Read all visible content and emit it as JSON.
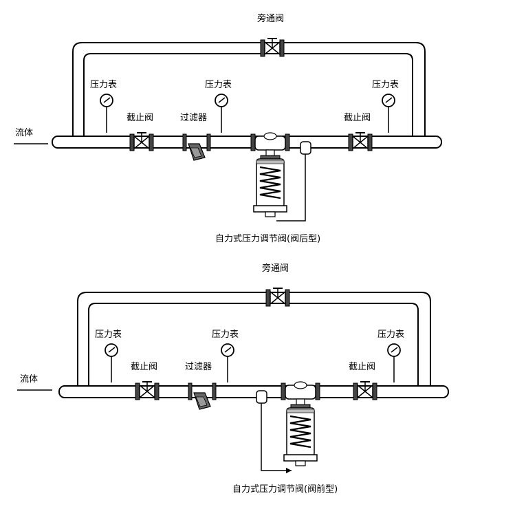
{
  "diagram_top": {
    "bypass_valve_label": "旁通阀",
    "fluid_label": "流体",
    "gauge_left_label": "压力表",
    "gauge_mid_label": "压力表",
    "gauge_right_label": "压力表",
    "stop_valve_left_label": "截止阀",
    "stop_valve_right_label": "截止阀",
    "filter_label": "过滤器",
    "caption": "自力式压力调节阀(阀后型)"
  },
  "diagram_bottom": {
    "bypass_valve_label": "旁通阀",
    "fluid_label": "流体",
    "gauge_left_label": "压力表",
    "gauge_mid_label": "压力表",
    "gauge_right_label": "压力表",
    "stop_valve_left_label": "截止阀",
    "stop_valve_right_label": "截止阀",
    "filter_label": "过滤器",
    "caption": "自力式压力调节阀(阀前型)"
  }
}
